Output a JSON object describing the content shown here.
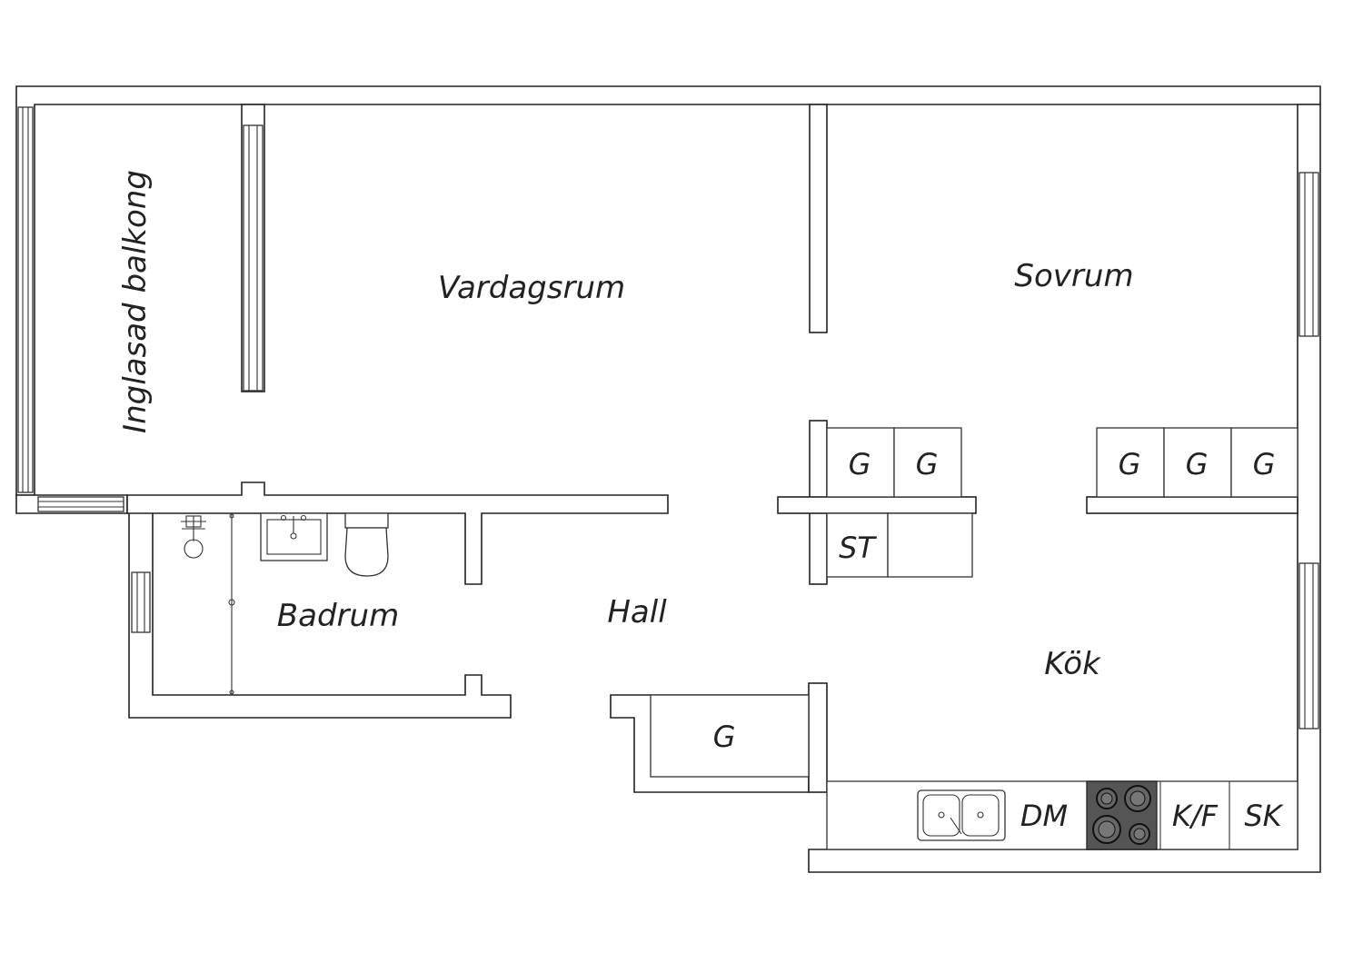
{
  "rooms": {
    "balcony": "Inglasad balkong",
    "living": "Vardagsrum",
    "bedroom": "Sovrum",
    "bathroom": "Badrum",
    "hall": "Hall",
    "kitchen": "Kök"
  },
  "fixtures": {
    "wardrobe": "G",
    "storage": "ST",
    "dishwasher": "DM",
    "fridge_freezer": "K/F",
    "cabinet": "SK"
  },
  "colors": {
    "wall_stroke": "#222222",
    "background": "#ffffff",
    "stove": "#555555"
  }
}
